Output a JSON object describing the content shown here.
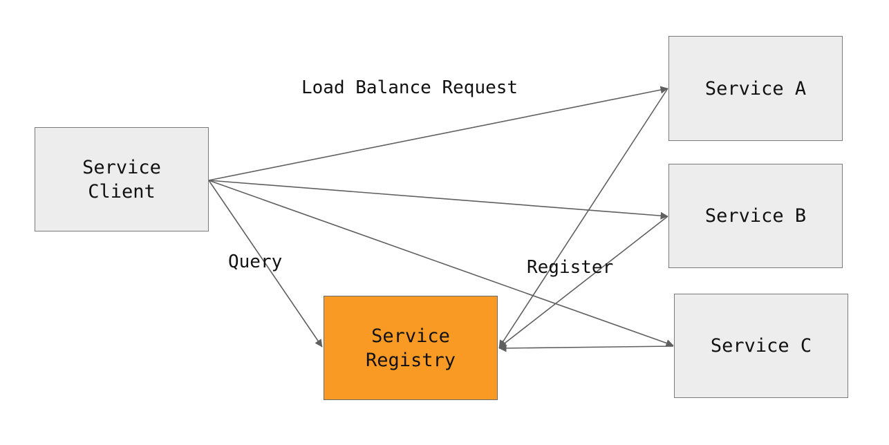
{
  "nodes": {
    "client": {
      "label": "Service\nClient"
    },
    "registry": {
      "label": "Service\nRegistry"
    },
    "service_a": {
      "label": "Service A"
    },
    "service_b": {
      "label": "Service B"
    },
    "service_c": {
      "label": "Service C"
    }
  },
  "labels": {
    "load_balance": "Load Balance Request",
    "query": "Query",
    "register": "Register"
  },
  "colors": {
    "node_fill": "#ededed",
    "registry_fill": "#f99a25",
    "edge": "#5f5f5f"
  },
  "edges": [
    {
      "from": "client",
      "to": "service_a",
      "label": "Load Balance Request"
    },
    {
      "from": "client",
      "to": "service_b"
    },
    {
      "from": "client",
      "to": "service_c"
    },
    {
      "from": "client",
      "to": "registry",
      "label": "Query"
    },
    {
      "from": "service_a",
      "to": "registry"
    },
    {
      "from": "service_b",
      "to": "registry",
      "label": "Register"
    },
    {
      "from": "service_c",
      "to": "registry"
    }
  ]
}
